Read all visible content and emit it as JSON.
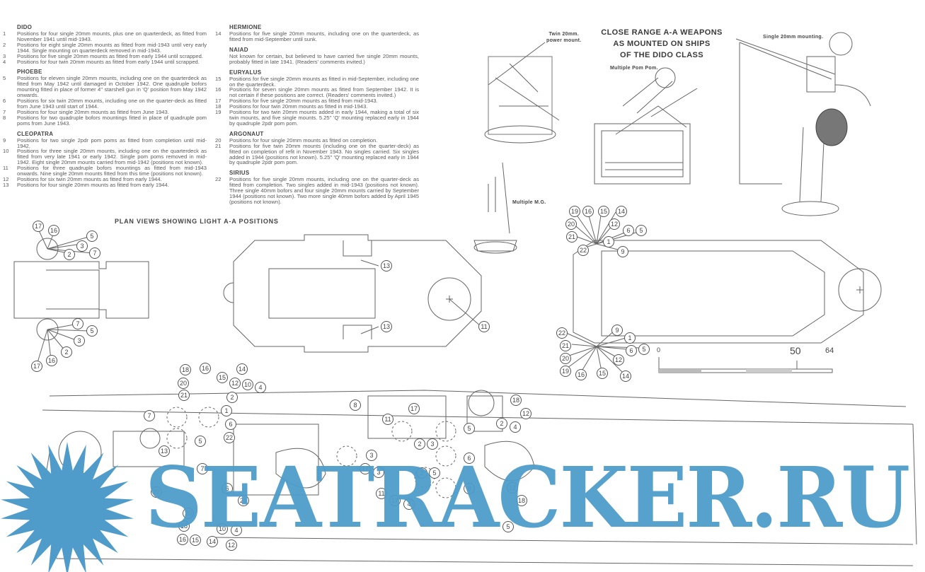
{
  "notes": {
    "col1": [
      {
        "ship": "DIDO",
        "items": [
          {
            "n": "1",
            "t": "Positions for four single 20mm mounts, plus one on quarterdeck, as fitted from November 1941 until mid-1943."
          },
          {
            "n": "2",
            "t": "Positions for eight single 20mm mounts as fitted from mid-1943 until very early 1944. Single mounting on quarterdeck removed in mid-1943."
          },
          {
            "n": "3",
            "t": "Positions for five single 20mm mounts as fitted from early 1944 until scrapped."
          },
          {
            "n": "4",
            "t": "Positions for four twin 20mm mounts as fitted from early 1944 until scrapped."
          }
        ]
      },
      {
        "ship": "PHOEBE",
        "items": [
          {
            "n": "5",
            "t": "Positions for eleven single 20mm mounts, including one on the quarterdeck as fitted from May 1942 until damaged in October 1942. One quadruple bofors mounting fitted in place of former 4'' starshell gun in 'Q' position from May 1942 onwards."
          },
          {
            "n": "6",
            "t": "Positions for six twin 20mm mounts, including one on the quarter-deck as fitted from June 1943 until start of 1944."
          },
          {
            "n": "7",
            "t": "Positions for four single 20mm mounts as fitted from June 1943."
          },
          {
            "n": "8",
            "t": "Positions for two quadruple bofors mountings fitted in place of quadruple pom poms from June 1943."
          }
        ]
      },
      {
        "ship": "CLEOPATRA",
        "items": [
          {
            "n": "9",
            "t": "Positions for two single 2pdr pom poms as fitted from completion until mid-1942."
          },
          {
            "n": "10",
            "t": "Positions for three single 20mm mounts, including one on the quarterdeck as fitted from very late 1941 or early 1942. Single pom poms removed in mid-1942. Eight single 20mm mounts carried from mid-1942 (positions not known)."
          },
          {
            "n": "11",
            "t": "Positions for three quadruple bofors mountings as fitted from mid-1943 onwards. Nine single 20mm mounts fitted from this time (positions not known)."
          },
          {
            "n": "12",
            "t": "Positions for six twin 20mm mounts as fitted from early 1944."
          },
          {
            "n": "13",
            "t": "Positions for four single 20mm mounts as fitted from early 1944."
          }
        ]
      }
    ],
    "col2": [
      {
        "ship": "HERMIONE",
        "items": [
          {
            "n": "14",
            "t": "Positions for five single 20mm mounts, including one on the quarterdeck, as fitted from mid-September until sunk."
          }
        ]
      },
      {
        "ship": "NAIAD",
        "para": "Not known for certain, but believed to have carried five single 20mm mounts, probably fitted in late 1941. (Readers' comments invited.)",
        "items": []
      },
      {
        "ship": "EURYALUS",
        "items": [
          {
            "n": "15",
            "t": "Positions for five single 20mm mounts as fitted in mid-September, including one on the quarterdeck."
          },
          {
            "n": "16",
            "t": "Positions for seven single 20mm mounts as fitted from September 1942. It is not certain if these positions are correct. (Readers' comments invited.)"
          },
          {
            "n": "17",
            "t": "Positions for five single 20mm mounts as fitted from mid-1943."
          },
          {
            "n": "18",
            "t": "Positions for four twin 20mm mounts as fitted in mid-1943."
          },
          {
            "n": "19",
            "t": "Positions for two twin 20mm mounts added in early 1944, making a total of six twin mounts, and five single mounts. 5.25'' 'Q' mounting replaced early in 1944 by quadruple 2pdr pom pom."
          }
        ]
      },
      {
        "ship": "ARGONAUT",
        "items": [
          {
            "n": "20",
            "t": "Positions for four single 20mm mounts as fitted on completion."
          },
          {
            "n": "21",
            "t": "Positions for five twin 20mm mounts (including one on the quarter-deck) as fitted on completion of refit in November 1943. No singles carried. Six singles added in 1944 (positions not known). 5.25'' 'Q' mounting replaced early in 1944 by quadruple 2pdr pom pom."
          }
        ]
      },
      {
        "ship": "SIRIUS",
        "items": [
          {
            "n": "22",
            "t": "Positions for five single 20mm mounts, including one on the quarter-deck as fitted from completion. Two singles added in mid-1943 (positions not known). Three single 40mm bofors and four single 20mm mounts carried by September 1944 (positions not known). Two more single 40mm bofors added by April 1945 (positions not known)."
          }
        ]
      }
    ]
  },
  "title_lines": [
    "CLOSE RANGE A-A WEAPONS",
    "AS MOUNTED ON SHIPS",
    "OF THE DIDO CLASS"
  ],
  "labels": {
    "twin_mount": [
      "Twin 20mm.",
      "power mount."
    ],
    "single_mount": "Single 20mm mounting.",
    "pom_pom": "Multiple Pom Pom.",
    "multiple_mg": "Multiple M.G.",
    "plan_views": "PLAN VIEWS SHOWING LIGHT A-A POSITIONS"
  },
  "scale": {
    "start": "0",
    "mid": "50",
    "end": "64"
  },
  "callouts": [
    "17",
    "16",
    "5",
    "3",
    "2",
    "7",
    "7",
    "5",
    "3",
    "2",
    "16",
    "17",
    "13",
    "13",
    "11",
    "19",
    "16",
    "15",
    "14",
    "20",
    "12",
    "6",
    "5",
    "21",
    "1",
    "9",
    "22",
    "22",
    "9",
    "1",
    "6",
    "5",
    "21",
    "20",
    "19",
    "16",
    "15",
    "12",
    "14",
    "18",
    "16",
    "15",
    "14",
    "20",
    "12",
    "10",
    "4",
    "21",
    "2",
    "1",
    "6",
    "22",
    "7",
    "5",
    "13",
    "8",
    "11",
    "17",
    "5",
    "2",
    "3",
    "18",
    "12",
    "2",
    "4",
    "3",
    "6",
    "17",
    "3",
    "2",
    "5",
    "8",
    "11",
    "17",
    "4",
    "12",
    "18",
    "5",
    "7",
    "22",
    "6",
    "21",
    "20",
    "18",
    "16",
    "15",
    "14",
    "12",
    "10",
    "4"
  ],
  "watermark": "SEATRACKER.RU",
  "colors": {
    "ink": "#555555",
    "watermark": "#4f9ccb"
  }
}
